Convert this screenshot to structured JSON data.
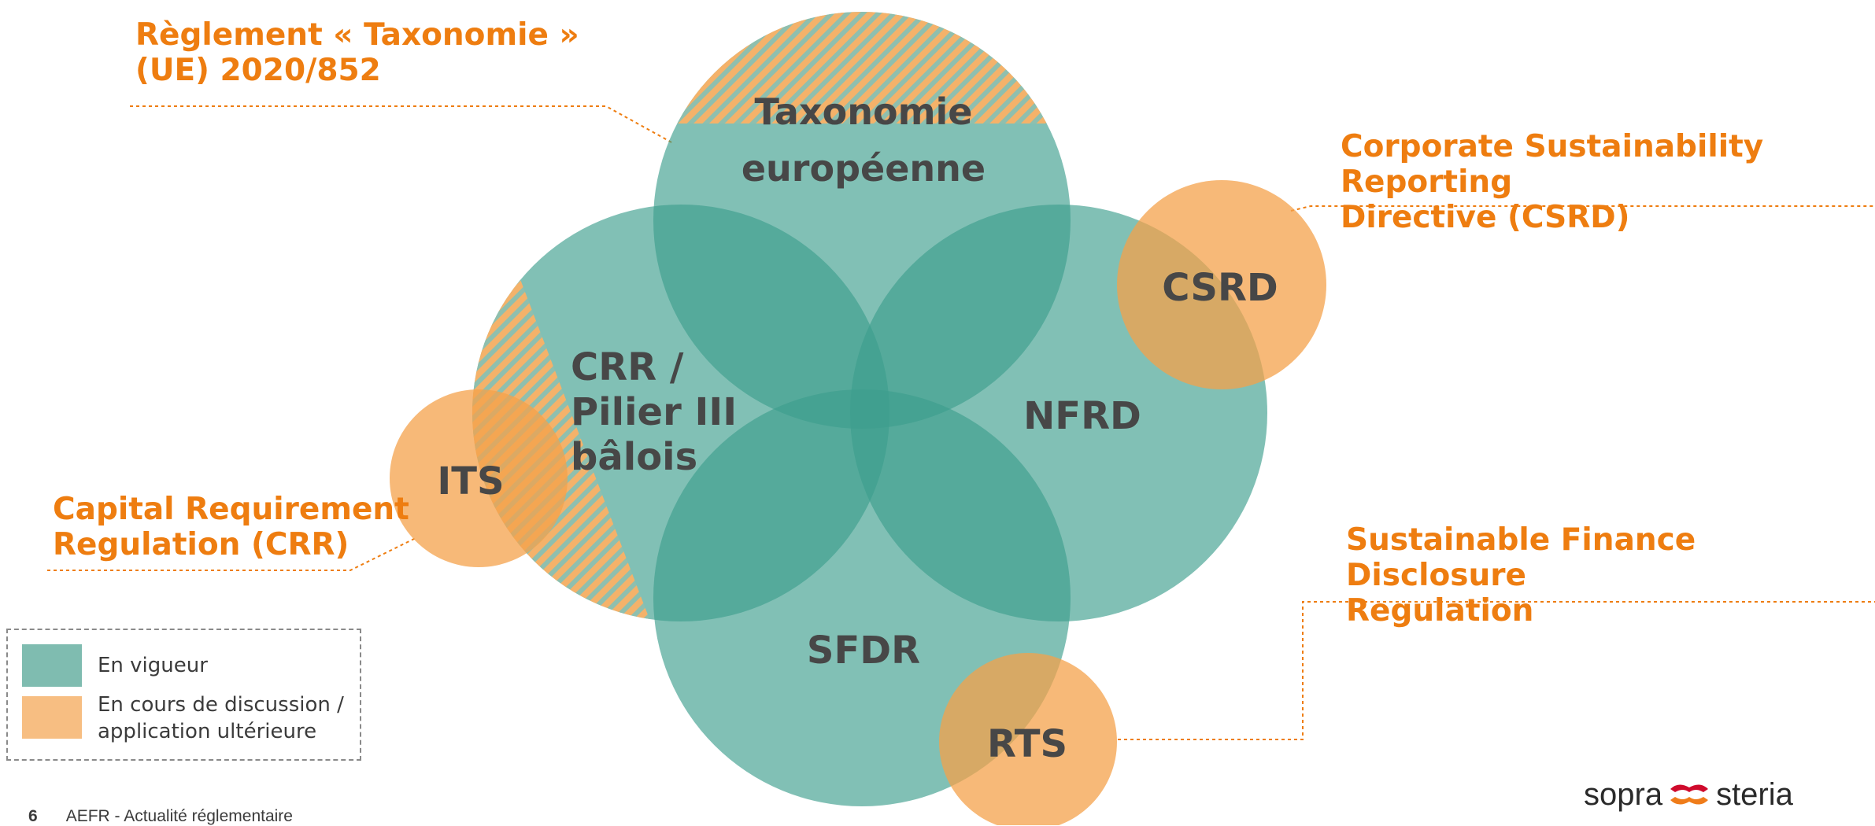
{
  "titles": {
    "taxonomy": "Règlement « Taxonomie » (UE) 2020/852",
    "taxonomy_line1": "Règlement « Taxonomie »",
    "taxonomy_line2": "(UE) 2020/852",
    "csrd_line1": "Corporate Sustainability Reporting",
    "csrd_line2": "Directive (CSRD)",
    "crr_line1": "Capital Requirement",
    "crr_line2": "Regulation (CRR)",
    "sfdr_line1": "Sustainable Finance Disclosure",
    "sfdr_line2": "Regulation"
  },
  "circles": {
    "taxonomie_line1": "Taxonomie",
    "taxonomie_line2": "européenne",
    "crr_line1": "CRR /",
    "crr_line2": "Pilier III",
    "crr_line3": "bâlois",
    "nfrd": "NFRD",
    "sfdr": "SFDR",
    "csrd": "CSRD",
    "its": "ITS",
    "rts": "RTS"
  },
  "legend": {
    "in_force": "En vigueur",
    "pending_line1": "En cours de discussion /",
    "pending_line2": "application ultérieure"
  },
  "footer": {
    "page_number": "6",
    "text": "AEFR - Actualité réglementaire"
  },
  "logo": {
    "left": "sopra",
    "right": "steria"
  },
  "colors": {
    "teal": "#3e9e8e",
    "orange": "#f4a24b",
    "title_orange": "#ee7d10",
    "label_gray": "#474747"
  }
}
